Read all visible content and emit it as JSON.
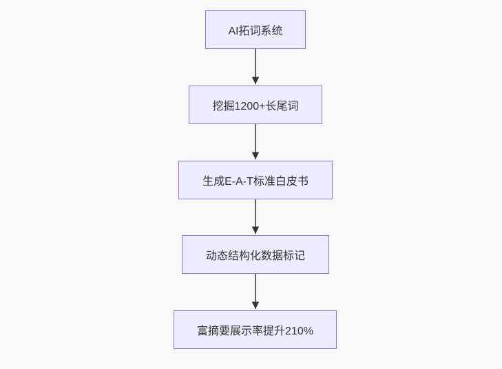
{
  "diagram": {
    "type": "flowchart",
    "direction": "top-down",
    "nodes": [
      {
        "id": "A",
        "label": "AI拓词系统"
      },
      {
        "id": "B",
        "label": "挖掘1200+长尾词"
      },
      {
        "id": "C",
        "label": "生成E-A-T标准白皮书"
      },
      {
        "id": "D",
        "label": "动态结构化数据标记"
      },
      {
        "id": "E",
        "label": "富摘要展示率提升210%"
      }
    ],
    "edges": [
      {
        "from": "A",
        "to": "B"
      },
      {
        "from": "B",
        "to": "C"
      },
      {
        "from": "C",
        "to": "D"
      },
      {
        "from": "D",
        "to": "E"
      }
    ],
    "colors": {
      "node_fill": "#ECECFF",
      "node_border": "#9370DB",
      "edge": "#333333",
      "text": "#333333",
      "background": "#f8f8f8"
    }
  }
}
